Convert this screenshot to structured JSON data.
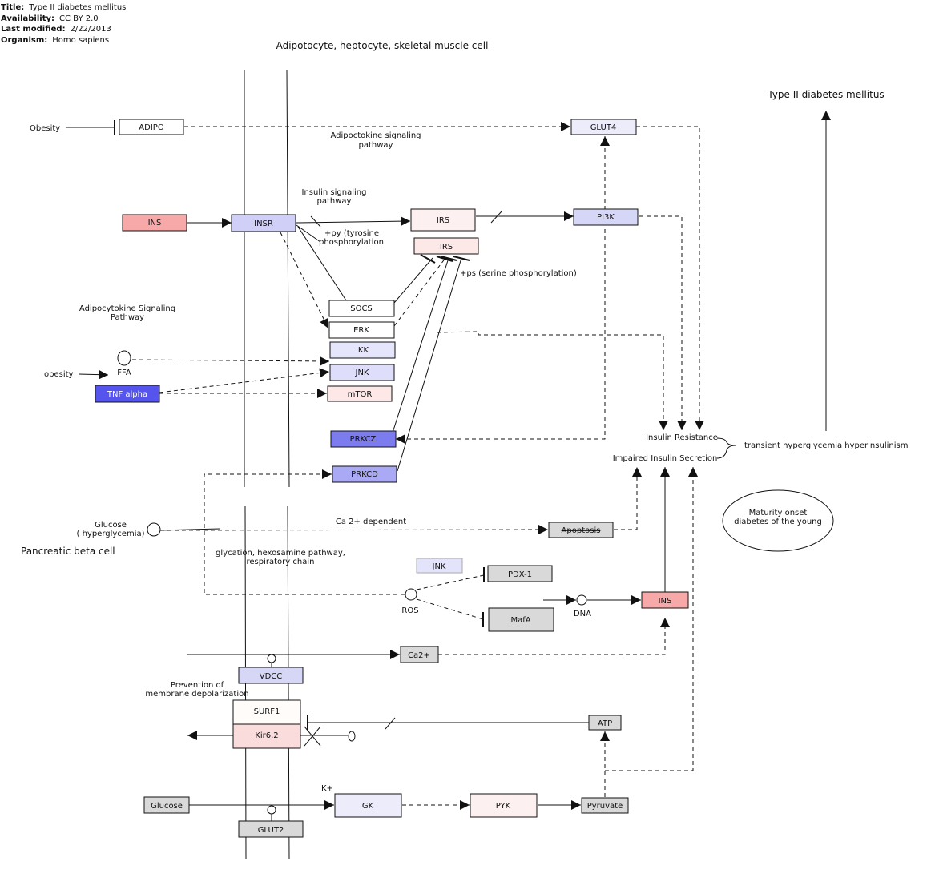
{
  "meta": {
    "title_label": "Title:",
    "title": "Type II diabetes mellitus",
    "availability_label": "Availability:",
    "availability": "CC BY 2.0",
    "modified_label": "Last modified:",
    "modified": "2/22/2013",
    "organism_label": "Organism:",
    "organism": "Homo sapiens"
  },
  "labels": {
    "header": "Adipotocyte, heptocyte, skeletal muscle cell",
    "t2dm": "Type II diabetes mellitus",
    "obesity": "Obesity",
    "adipo_path_1": "Adipoctokine signaling",
    "adipo_path_2": "pathway",
    "insulin_path_1": "Insulin signaling",
    "insulin_path_2": "pathway",
    "py_1": "+py (tyrosine",
    "py_2": "phosphorylation",
    "ps": "+ps (serine phosphorylation)",
    "adipo_sig_1": "Adipocytokine Signaling",
    "adipo_sig_2": "Pathway",
    "ffa": "FFA",
    "obesity_lower": "obesity",
    "insulin_resistance": "Insulin Resistance",
    "impaired_secretion": "Impaired Insulin Secretion",
    "transient": "transient hyperglycemia hyperinsulinism",
    "mody_1": "Maturity onset",
    "mody_2": "diabetes of the young",
    "glucose_1": "Glucose",
    "glucose_2": "( hyperglycemia)",
    "ca_dependent": "Ca 2+ dependent",
    "beta_cell": "Pancreatic beta cell",
    "glycation_1": "glycation, hexosamine pathway,",
    "glycation_2": "respiratory chain",
    "ros": "ROS",
    "dna": "DNA",
    "prevention_1": "Prevention of",
    "prevention_2": "membrane depolarization",
    "kplus": "K+"
  },
  "nodes": {
    "adipo": "ADIPO",
    "glut4": "GLUT4",
    "ins_top": "INS",
    "insr": "INSR",
    "irs1": "IRS",
    "irs2": "IRS",
    "pi3k": "PI3K",
    "socs": "SOCS",
    "erk": "ERK",
    "ikk": "IKK",
    "jnk1": "JNK",
    "mtor": "mTOR",
    "tnf": "TNF alpha",
    "prkcz": "PRKCZ",
    "prkcd": "PRKCD",
    "apoptosis": "Apoptosis",
    "jnk2": "JNK",
    "pdx1": "PDX-1",
    "mafa": "MafA",
    "ins_beta": "INS",
    "ca2": "Ca2+",
    "vdcc": "VDCC",
    "surf1": "SURF1",
    "kir62": "Kir6.2",
    "atp": "ATP",
    "glucose_box": "Glucose",
    "gk": "GK",
    "pyk": "PYK",
    "pyruvate": "Pyruvate",
    "glut2": "GLUT2"
  },
  "colors": {
    "ins": "#f7a8a8",
    "insr": "#cfcff7",
    "irs": "#fde8e8",
    "pi3k": "#d6d6f7",
    "glut4": "#ececfb",
    "ikk": "#e5e5fb",
    "jnk": "#dedefb",
    "mtor": "#fde7e7",
    "tnf": "#5555ee",
    "prkcz": "#7c7cef",
    "prkcd": "#a9a9f5",
    "gray": "#d9d9d9",
    "vdcc": "#d6d6f7",
    "kir62": "#fbdcdc",
    "gk": "#ececfb",
    "pyk": "#fdf0f0",
    "white": "#ffffff",
    "surf1": "#fffcfa"
  }
}
